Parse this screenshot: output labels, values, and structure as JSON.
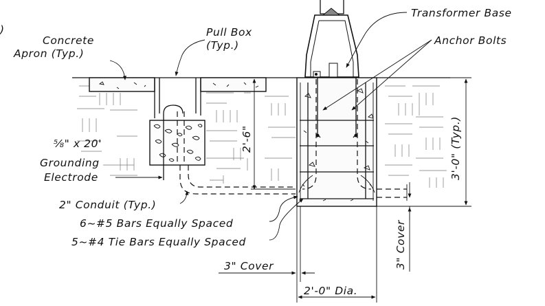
{
  "labels": {
    "transformer_base": "Transformer Base",
    "anchor_bolts": "Anchor Bolts",
    "pull_box": "Pull Box",
    "pull_box_typ": "(Typ.)",
    "concrete_apron": "Concrete",
    "concrete_apron_typ": "Apron (Typ.)",
    "electrode_size": "⅝\" x 20'",
    "electrode_name_1": "Grounding",
    "electrode_name_2": "Electrode",
    "conduit": "2\" Conduit (Typ.)",
    "bars": "6~#5 Bars Equally Spaced",
    "tie_bars": "5~#4 Tie Bars Equally Spaced",
    "cover_left": "3\" Cover",
    "cover_right": "3\" Cover",
    "diameter": "2'-0\" Dia.",
    "depth_pullbox": "2'-6\"",
    "depth_total": "3'-0\" (Typ.)",
    "edge_fragment": ")"
  }
}
